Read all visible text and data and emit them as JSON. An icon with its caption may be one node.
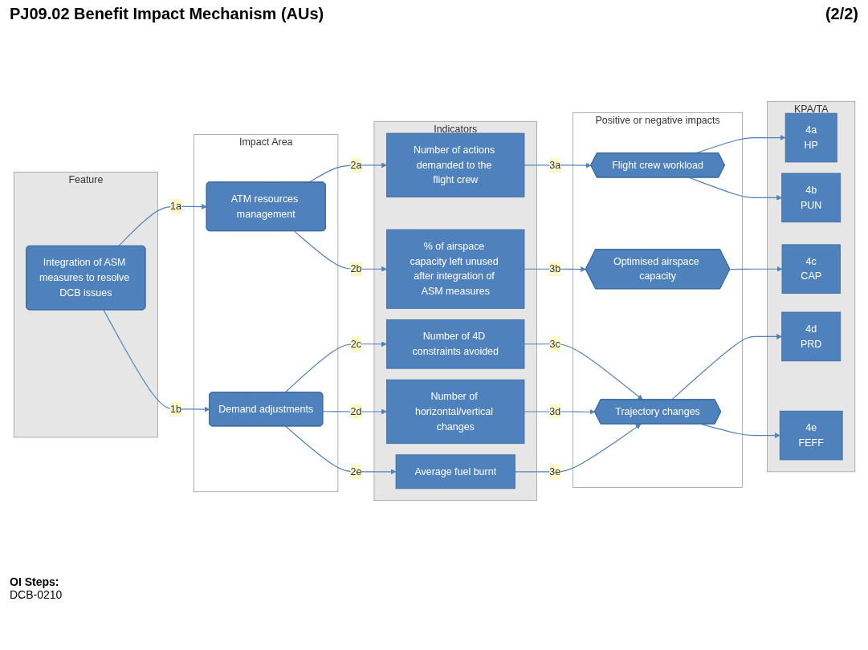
{
  "diagram": {
    "title": "PJ09.02 Benefit Impact Mechanism (AUs)",
    "nodes": [
      {
        "text": [
          "Feature"
        ]
      },
      {
        "text": [
          "Integration of ASM measures to resolve DCB issues"
        ],
        "in": 0
      },
      {
        "text": [
          "Impact Area"
        ]
      },
      {
        "text": [
          "ATM resources management"
        ],
        "in": 2
      },
      {
        "text": [
          "Demand adjustments"
        ],
        "in": 2
      },
      {
        "text": [
          "Indicators"
        ]
      },
      {
        "text": [
          "Number of actions demanded to the flight crew"
        ],
        "in": 5
      },
      {
        "text": [
          "% of airspace capacity left unused after integration of ASM measures"
        ],
        "in": 5
      },
      {
        "text": [
          "Number of 4D constraints avoided"
        ],
        "in": 5
      },
      {
        "text": [
          "Number of horizontal/vertical changes"
        ],
        "in": 5
      },
      {
        "text": [
          "Average fuel burnt"
        ],
        "in": 5
      },
      {
        "text": [
          "Positive or negative impacts"
        ]
      },
      {
        "text": [
          "Flight crew workload"
        ],
        "in": 11
      },
      {
        "text": [
          "Optimised airspace capacity"
        ],
        "in": 11
      },
      {
        "text": [
          "Trajectory changes"
        ],
        "in": 11
      },
      {
        "text": [
          "KPA/TA"
        ]
      },
      {
        "text": [
          "4a",
          "HP"
        ],
        "in": 15
      },
      {
        "text": [
          "4b",
          "PUN"
        ],
        "in": 15
      },
      {
        "text": [
          "4c",
          "CAP"
        ],
        "in": 15
      },
      {
        "text": [
          "4d",
          "PRD"
        ],
        "in": 15
      },
      {
        "text": [
          "4e",
          "FEFF"
        ],
        "in": 15
      }
    ],
    "edges": [
      {
        "from": 1,
        "to": 3,
        "arrow": "to",
        "label": "1a"
      },
      {
        "from": 1,
        "to": 4,
        "arrow": "to",
        "label": "1b"
      },
      {
        "from": 3,
        "to": 6,
        "arrow": "to",
        "label": "2a"
      },
      {
        "from": 3,
        "to": 7,
        "arrow": "to",
        "label": "2b"
      },
      {
        "from": 4,
        "to": 8,
        "arrow": "to",
        "label": "2c"
      },
      {
        "from": 4,
        "to": 9,
        "arrow": "to",
        "label": "2d"
      },
      {
        "from": 4,
        "to": 10,
        "arrow": "to",
        "label": "2e"
      },
      {
        "from": 6,
        "to": 12,
        "arrow": "to",
        "label": "3a"
      },
      {
        "from": 7,
        "to": 13,
        "arrow": "to",
        "label": "3b"
      },
      {
        "from": 8,
        "to": 14,
        "arrow": "to",
        "label": "3c"
      },
      {
        "from": 9,
        "to": 14,
        "arrow": "to",
        "label": "3d"
      },
      {
        "from": 10,
        "to": 14,
        "arrow": "to",
        "label": "3e"
      },
      {
        "from": 12,
        "to": 16,
        "arrow": "to"
      },
      {
        "from": 12,
        "to": 17,
        "arrow": "to"
      },
      {
        "from": 13,
        "to": 18,
        "arrow": "to"
      },
      {
        "from": 14,
        "to": 19,
        "arrow": "to"
      },
      {
        "from": 14,
        "to": 20,
        "arrow": "to"
      }
    ],
    "labels": [
      "(2/2)",
      "OI Steps:",
      "DCB-0210"
    ]
  }
}
